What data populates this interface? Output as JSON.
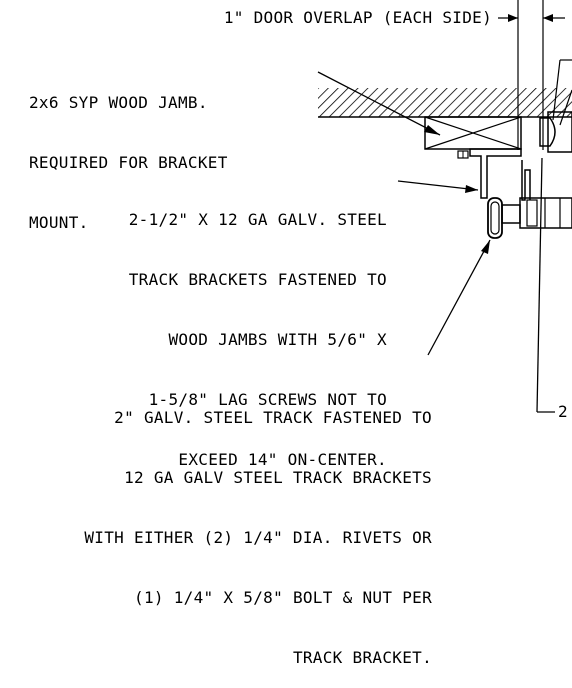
{
  "labels": {
    "door_overlap": "1\" DOOR OVERLAP (EACH SIDE)",
    "jamb": [
      "2x6 SYP WOOD JAMB.",
      "REQUIRED FOR BRACKET",
      "MOUNT."
    ],
    "bracket": [
      "2-1/2\" X 12 GA GALV. STEEL",
      "TRACK BRACKETS FASTENED TO",
      "WOOD JAMBS WITH 5/6\" X",
      "1-5/8\" LAG SCREWS NOT TO",
      "EXCEED 14\" ON-CENTER."
    ],
    "track": [
      "2\" GALV. STEEL TRACK FASTENED TO",
      "12 GA GALV STEEL TRACK BRACKETS",
      "WITH EITHER (2) 1/4\" DIA. RIVETS OR",
      "(1) 1/4\" X 5/8\" BOLT & NUT PER",
      "TRACK BRACKET."
    ],
    "cut_off_label": "2"
  },
  "colors": {
    "ink": "#000000",
    "background": "#ffffff"
  }
}
